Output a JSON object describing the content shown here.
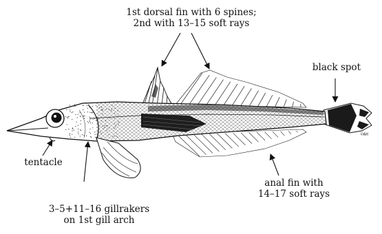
{
  "labels": {
    "dorsal_line1": "1st dorsal fin with 6 spines;",
    "dorsal_line2": "2nd with 13–15 soft rays",
    "black_spot": "black spot",
    "tentacle": "tentacle",
    "gillrakers_line1": "3–5+11–16 gillrakers",
    "gillrakers_line2": "on 1st gill arch",
    "anal_line1": "anal fin with",
    "anal_line2": "14–17 soft rays"
  },
  "artist_signature": "©AH"
}
